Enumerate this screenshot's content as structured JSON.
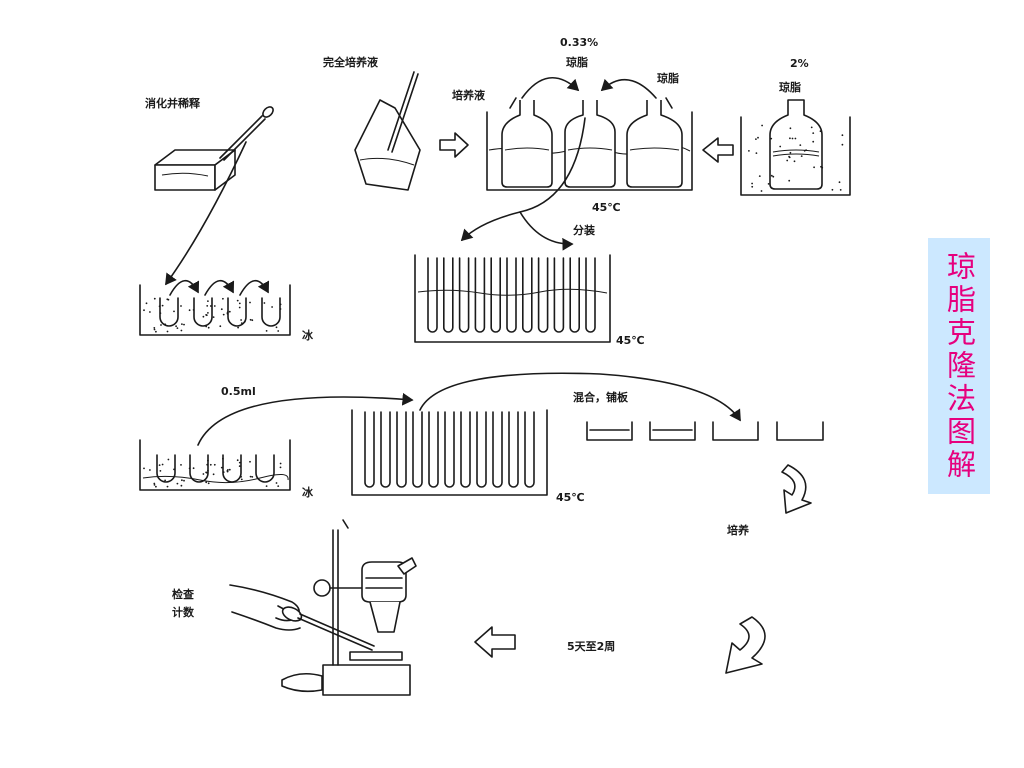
{
  "side_title": "琼脂克隆法图解",
  "labels": {
    "digest_dilute": "消化并稀释",
    "complete_medium": "完全培养液",
    "agar_033_pct": "0.33%",
    "agar_033": "琼脂",
    "medium": "培养液",
    "agar_mid": "琼脂",
    "agar_2_pct": "2%",
    "agar_2": "琼脂",
    "temp_bath_top": "45℃",
    "aliquot": "分装",
    "ice_top": "冰",
    "temp_rack_top": "45℃",
    "volume": "0.5ml",
    "mix_plate": "混合，铺板",
    "ice_bottom": "冰",
    "temp_rack_bottom": "45℃",
    "culture": "培养",
    "inspect": "检查",
    "count": "计数",
    "duration": "5天至2周"
  },
  "colors": {
    "side_title_text": "#e6007e",
    "side_title_bg": "#cce8ff",
    "line": "#1a1a1a"
  }
}
